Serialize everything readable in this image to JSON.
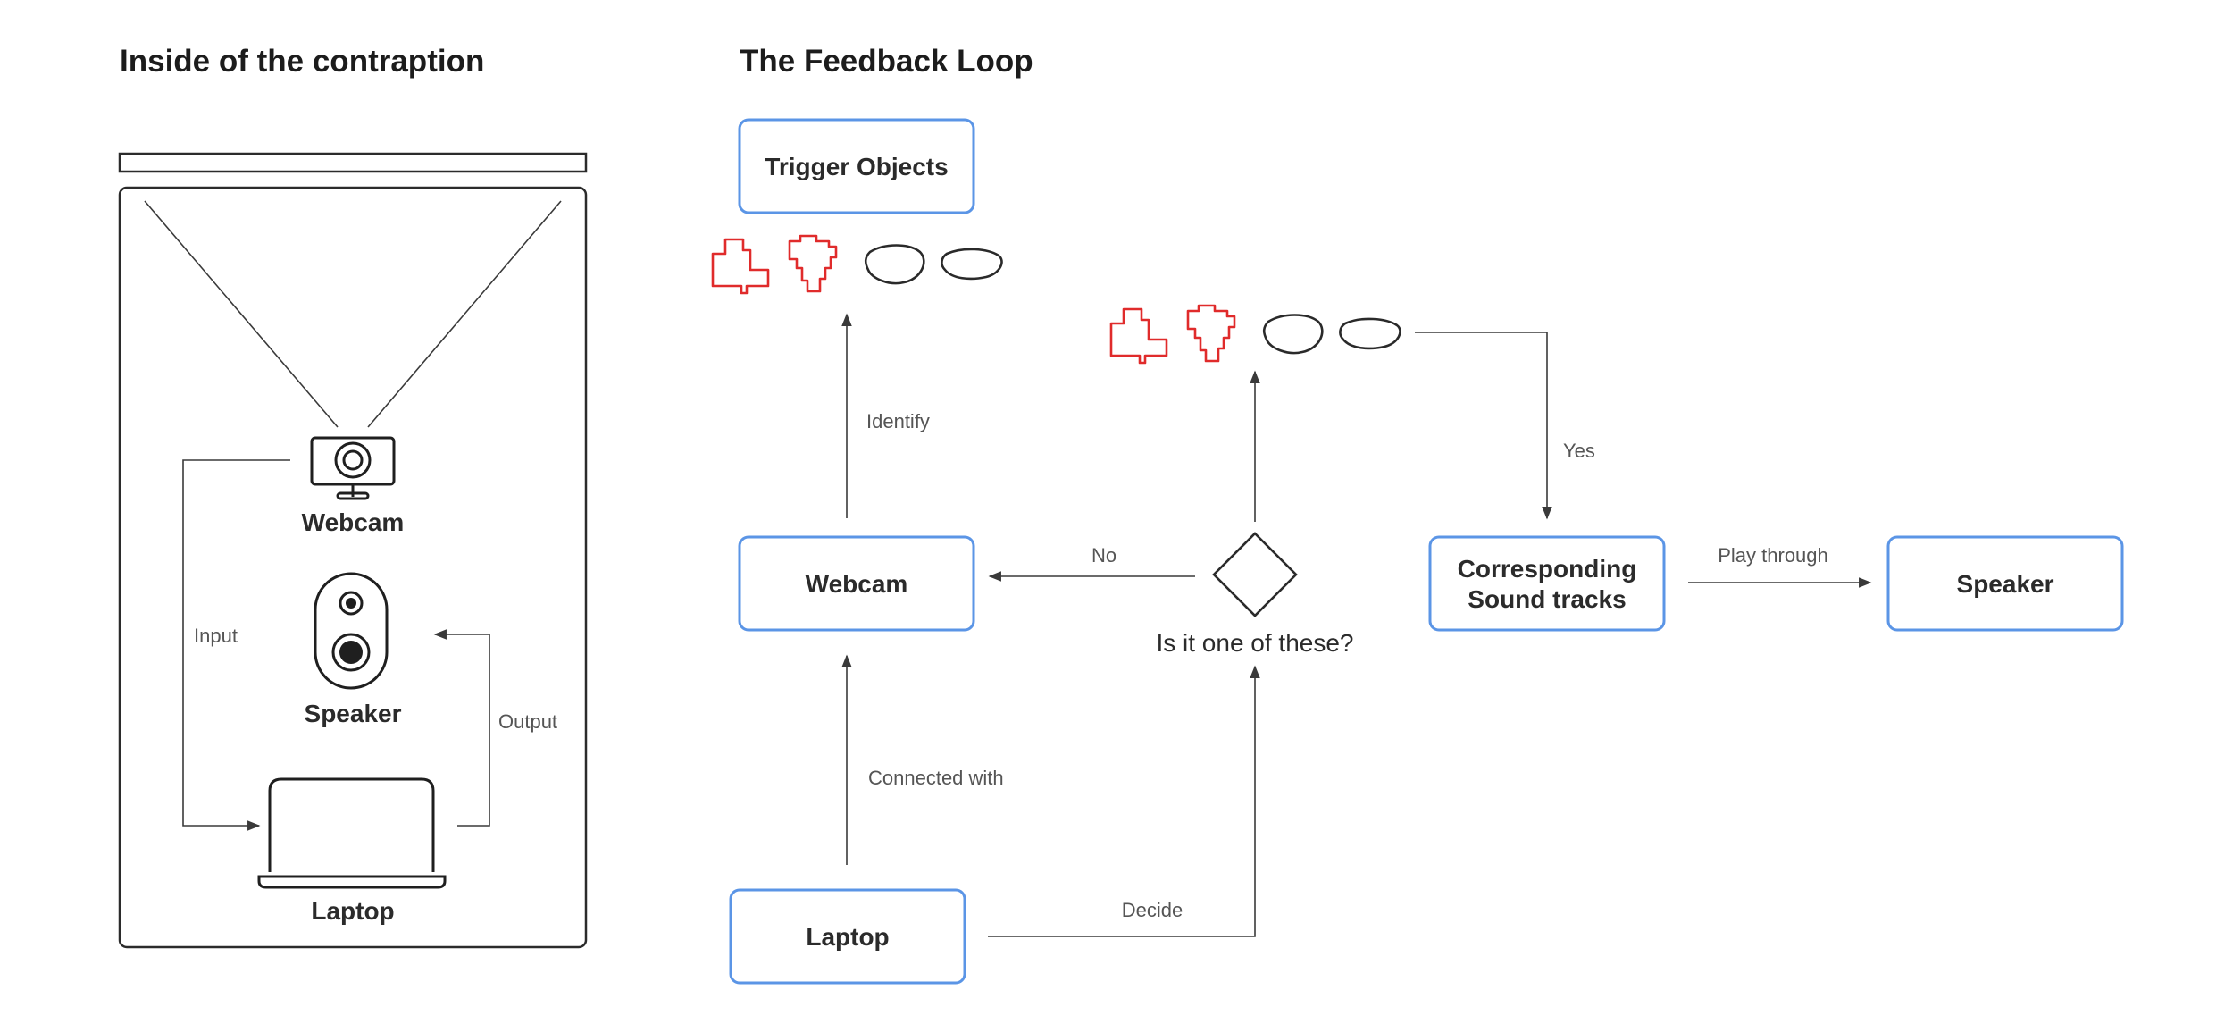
{
  "left_panel": {
    "title": "Inside of the contraption",
    "webcam_label": "Webcam",
    "speaker_label": "Speaker",
    "laptop_label": "Laptop",
    "input_label": "Input",
    "output_label": "Output"
  },
  "right_panel": {
    "title": "The Feedback Loop",
    "nodes": {
      "trigger_objects": "Trigger Objects",
      "webcam": "Webcam",
      "laptop": "Laptop",
      "sound_tracks_line1": "Corresponding",
      "sound_tracks_line2": "Sound tracks",
      "speaker": "Speaker",
      "decision": "Is it one of these?"
    },
    "edges": {
      "identify": "Identify",
      "connected_with": "Connected with",
      "no": "No",
      "yes": "Yes",
      "decide": "Decide",
      "play_through": "Play through"
    }
  },
  "colors": {
    "box_border": "#5b95e6",
    "trigger_shape": "#e02b2b",
    "neutral_shape": "#2a2a2a"
  }
}
